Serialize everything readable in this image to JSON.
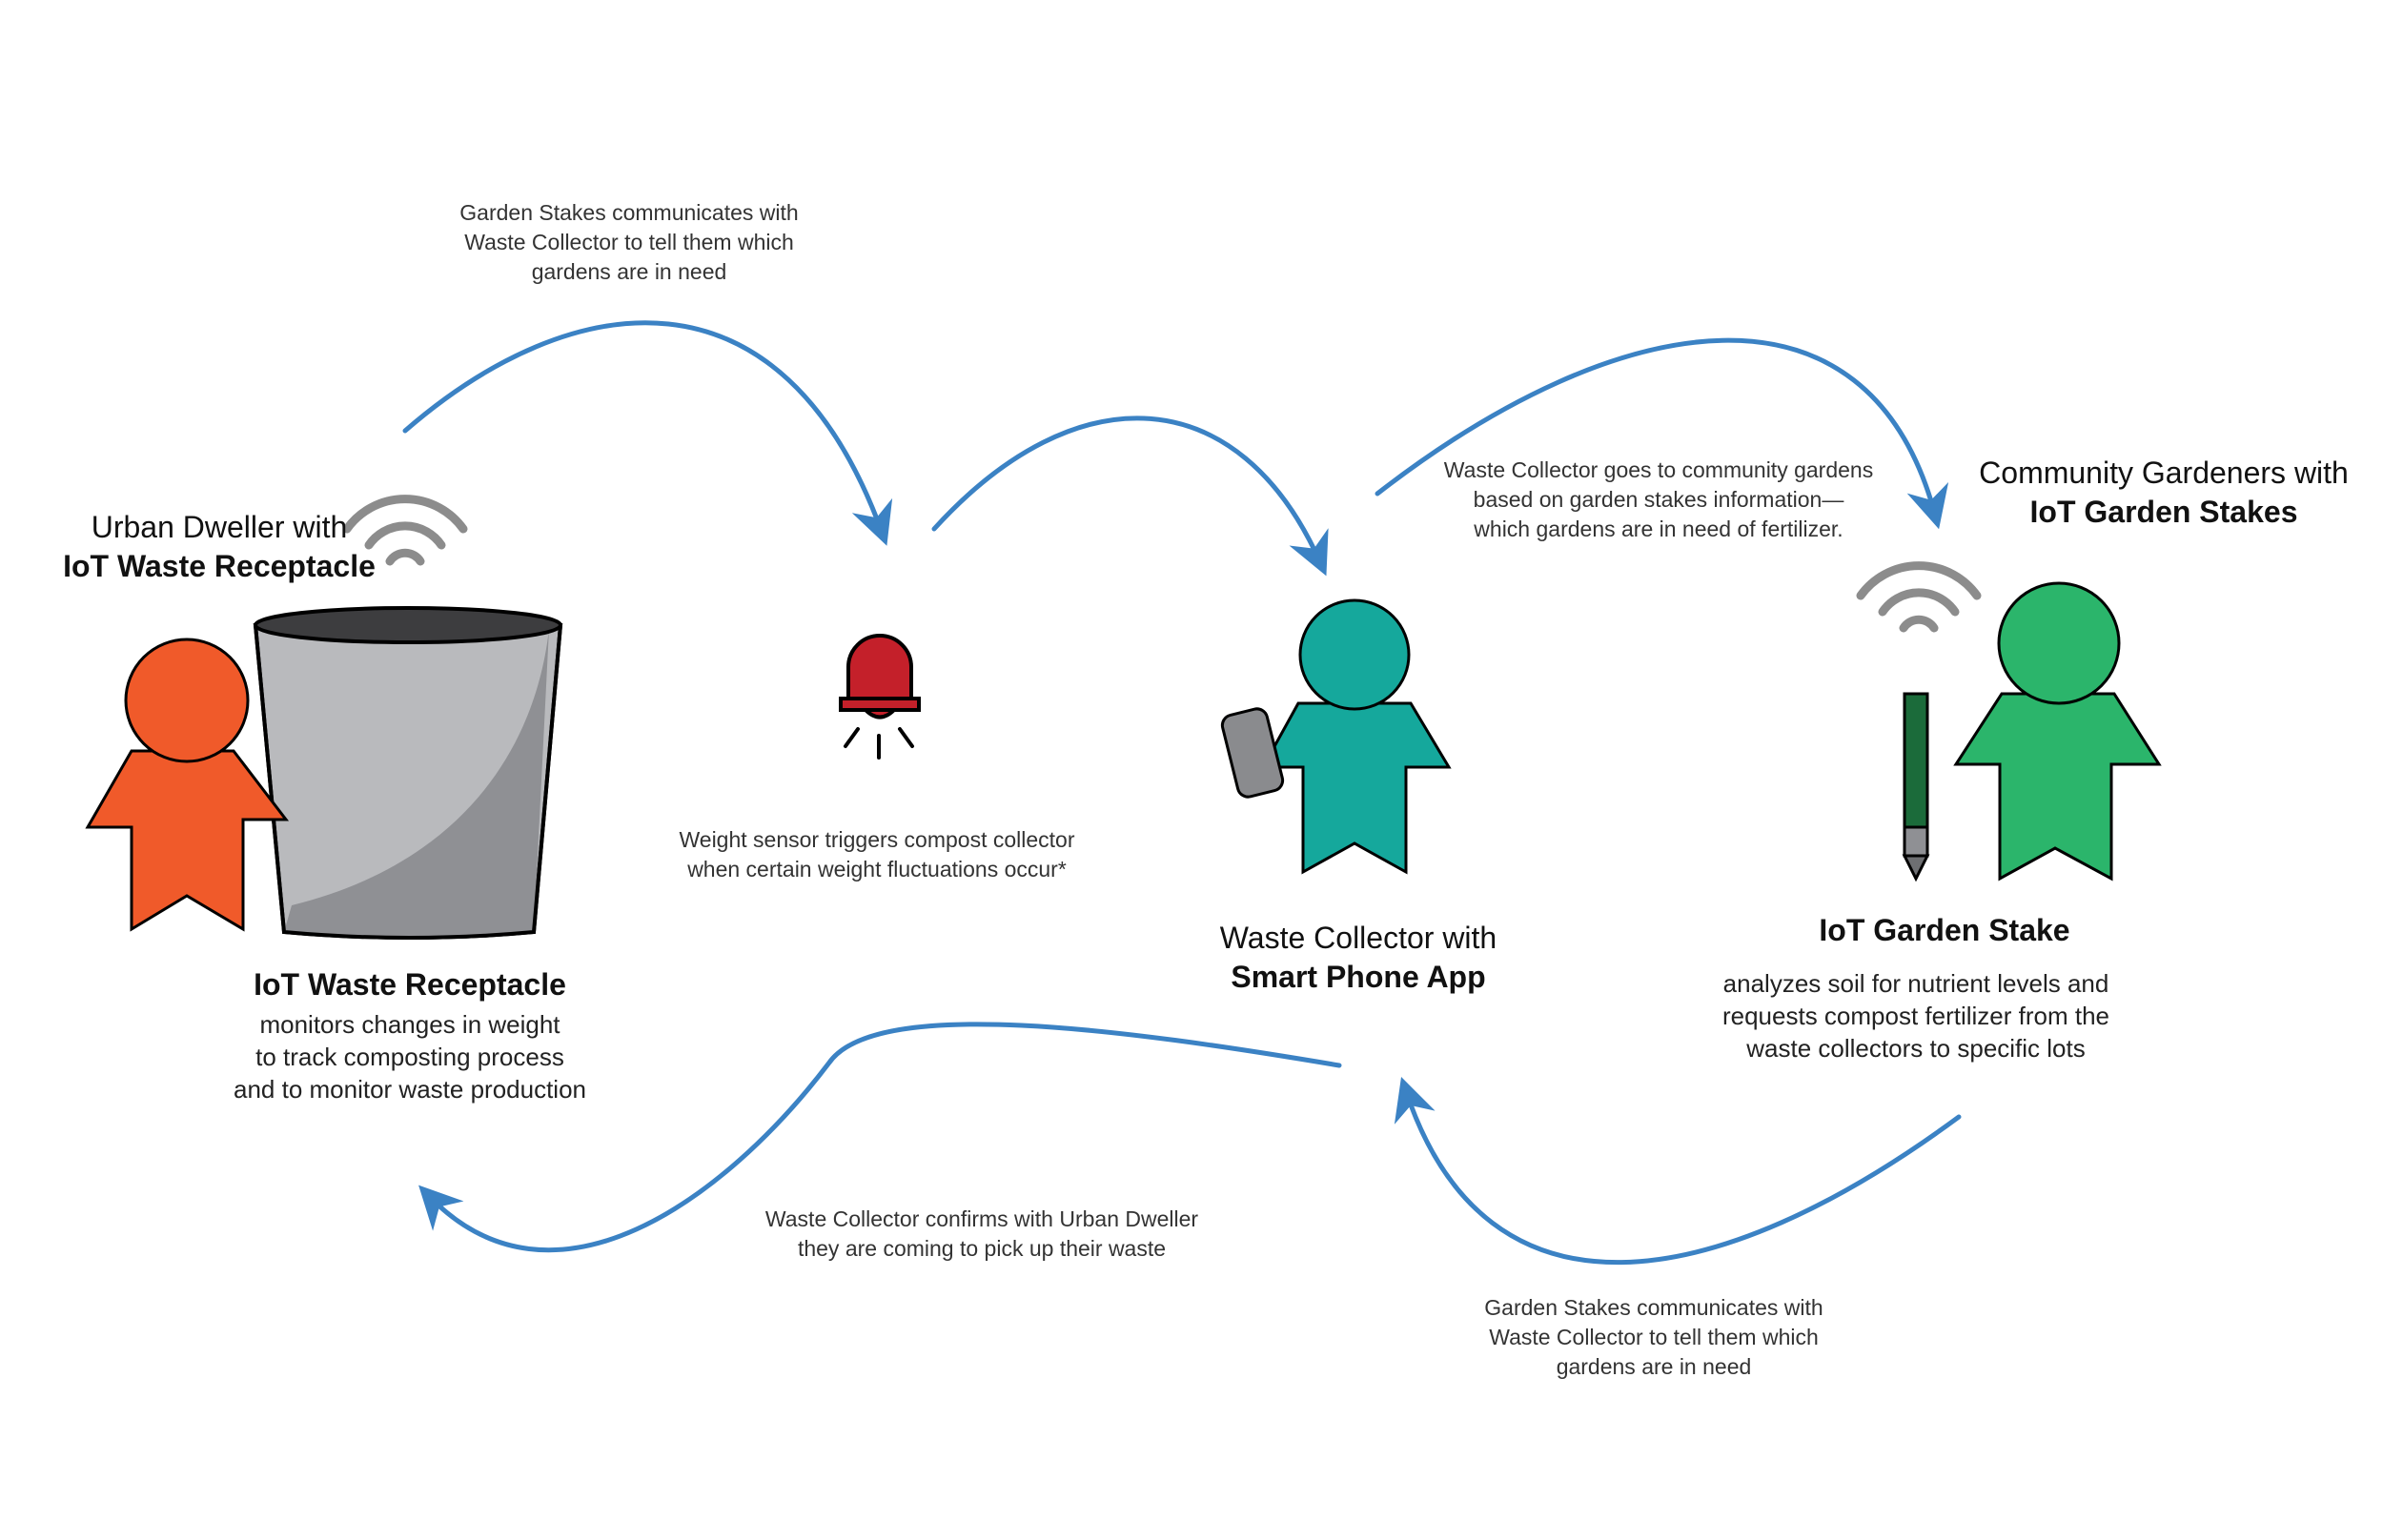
{
  "colors": {
    "arrow": "#3b82c4",
    "urban_dweller": "#f05a2a",
    "waste_collector": "#15a89c",
    "gardener": "#2bb56b",
    "bin_body": "#b9babd",
    "bin_shade": "#8f9094",
    "sensor": "#c4202a",
    "signal": "#8c8c8c",
    "stake": "#1b6b3a"
  },
  "urban_dweller": {
    "heading_line1": "Urban Dweller with",
    "heading_line2": "IoT Waste Receptacle"
  },
  "receptacle": {
    "title": "IoT Waste Receptacle",
    "desc_line1": "monitors changes in weight",
    "desc_line2": "to track composting process",
    "desc_line3": "and to monitor waste production"
  },
  "sensor": {
    "caption_line1": "Weight sensor triggers compost collector",
    "caption_line2": "when certain weight fluctuations occur*"
  },
  "collector": {
    "heading_line1": "Waste Collector with",
    "heading_line2": "Smart Phone App"
  },
  "gardeners": {
    "heading_line1": "Community Gardeners with",
    "heading_line2": "IoT Garden Stakes"
  },
  "stake": {
    "title": "IoT Garden Stake",
    "desc_line1": "analyzes soil for nutrient levels and",
    "desc_line2": "requests compost fertilizer from the",
    "desc_line3": "waste collectors to specific lots"
  },
  "arrows": {
    "top_left": {
      "line1": "Garden Stakes communicates with",
      "line2": "Waste Collector to tell them which",
      "line3": "gardens are in need"
    },
    "top_right": {
      "line1": "Waste Collector goes to community gardens",
      "line2": "based on garden stakes information—",
      "line3": "which gardens are in need of fertilizer."
    },
    "bottom_left": {
      "line1": "Waste Collector confirms with Urban Dweller",
      "line2": "they are coming to pick up their waste"
    },
    "bottom_right": {
      "line1": "Garden Stakes communicates with",
      "line2": "Waste Collector to tell them which",
      "line3": "gardens are in need"
    }
  }
}
